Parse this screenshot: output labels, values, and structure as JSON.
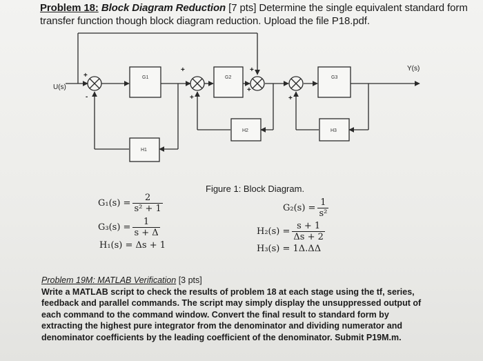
{
  "header": {
    "problem_number": "Problem 18:",
    "problem_title": "Block Diagram Reduction",
    "rest_line1": " [7 pts] Determine the single equivalent standard form",
    "line2": "transfer function though block diagram reduction. Upload the file P18.pdf."
  },
  "diagram": {
    "input_label": "U(s)",
    "output_label": "Y(s)",
    "blocks": {
      "g1": "G1",
      "g2": "G2",
      "g3": "G3",
      "h1": "H1",
      "h2": "H2",
      "h3": "H3"
    },
    "signs": {
      "s1_top": "+",
      "s1_bottom": "-",
      "s2_top": "+",
      "s2_bottom": "+",
      "s3_top": "+",
      "s3_left": "+",
      "s4_bottom": "+"
    }
  },
  "figure_caption": "Figure 1: Block Diagram.",
  "equations": {
    "g1": {
      "lhs": "G₁(s) =",
      "num": "2",
      "den": "s² + 1"
    },
    "g2": {
      "lhs": "G₂(s) =",
      "num": "1",
      "den": "s²"
    },
    "g3": {
      "lhs": "G₃(s) =",
      "num": "1",
      "den": "s + Δ"
    },
    "h2": {
      "lhs": "H₂(s) =",
      "num": "s + 1",
      "den": "Δs + 2"
    },
    "h1": {
      "text": "H₁(s) = Δs + 1"
    },
    "h3": {
      "text": "H₃(s) = 1Δ.ΔΔ"
    }
  },
  "problem2": {
    "title": "Problem 19M: MATLAB Verification",
    "points": " [3 pts]",
    "body": "Write a MATLAB script to check the results of problem 18 at each stage using the tf, series, feedback and parallel commands. The script may simply display the unsuppressed output of each command to the command window. Convert the final result to standard form by extracting the highest pure integrator from the denominator and dividing numerator and denominator coefficients by the leading coefficient of the denominator.",
    "submit": "Submit P19M.m."
  },
  "colors": {
    "line": "#2a2a2a",
    "background": "#ececea"
  }
}
